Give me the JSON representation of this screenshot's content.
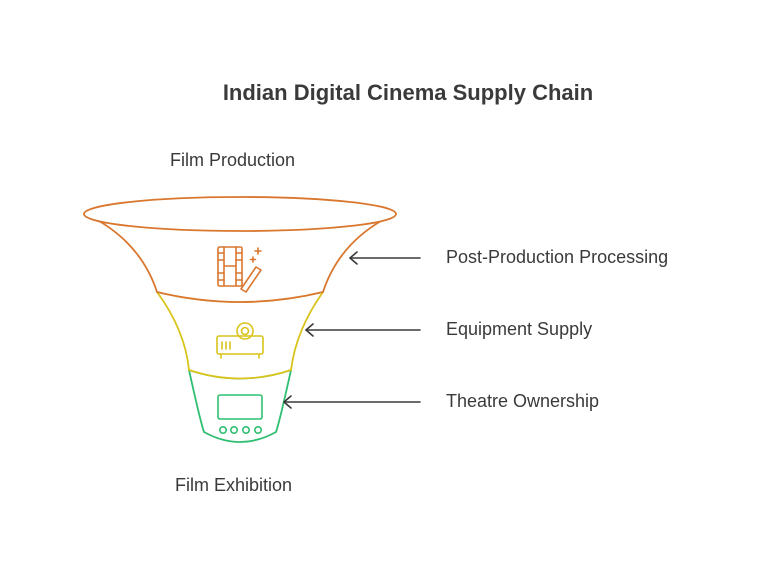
{
  "title": "Indian Digital Cinema Supply Chain",
  "top_label": "Film Production",
  "bottom_label": "Film Exhibition",
  "stages": [
    {
      "label": "Post-Production Processing",
      "color": "#d9772f",
      "icon": "film-edit-icon"
    },
    {
      "label": "Equipment Supply",
      "color": "#d8c41a",
      "icon": "projector-icon"
    },
    {
      "label": "Theatre Ownership",
      "color": "#2fbf71",
      "icon": "screen-controls-icon"
    }
  ],
  "arrow_color": "#3a3a3a"
}
